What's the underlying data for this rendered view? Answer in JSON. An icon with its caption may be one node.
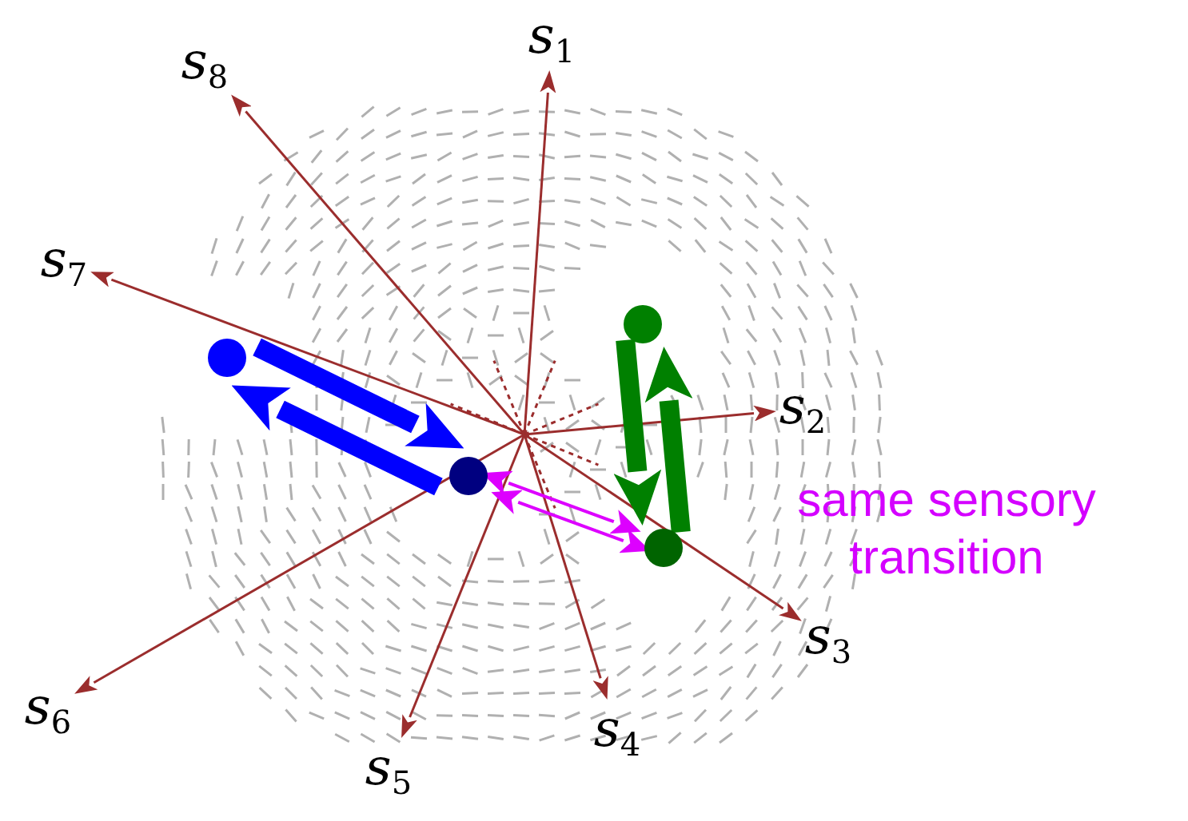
{
  "diagram": {
    "nodes": [
      {
        "text": [
          "s$_{1}$"
        ]
      },
      {
        "text": [
          "s$_{2}$"
        ]
      },
      {
        "text": [
          "s$_{3}$"
        ]
      },
      {
        "text": [
          "s$_{4}$"
        ]
      },
      {
        "text": [
          "s$_{5}$"
        ]
      },
      {
        "text": [
          "s$_{6}$"
        ]
      },
      {
        "text": [
          "s$_{7}$"
        ]
      },
      {
        "text": [
          "s$_{8}$"
        ]
      },
      {
        "text": [],
        "shape": "circle"
      },
      {
        "text": [],
        "shape": "circle"
      },
      {
        "text": [],
        "shape": "circle"
      },
      {
        "text": [],
        "shape": "circle"
      }
    ],
    "edges": [
      {
        "from": null,
        "to": 0,
        "arrow": "to"
      },
      {
        "from": null,
        "to": 1,
        "arrow": "to"
      },
      {
        "from": null,
        "to": 2,
        "arrow": "to"
      },
      {
        "from": null,
        "to": 3,
        "arrow": "to"
      },
      {
        "from": null,
        "to": 4,
        "arrow": "to"
      },
      {
        "from": null,
        "to": 5,
        "arrow": "to"
      },
      {
        "from": null,
        "to": 6,
        "arrow": "to"
      },
      {
        "from": null,
        "to": 7,
        "arrow": "to"
      },
      {
        "from": 9,
        "to": 8,
        "arrow": "to",
        "style": "thick",
        "color": "#0000ff"
      },
      {
        "from": 8,
        "to": 9,
        "arrow": "to",
        "style": "thick",
        "color": "#0000ff"
      },
      {
        "from": 10,
        "to": 11,
        "arrow": "to",
        "style": "thick",
        "color": "#008000"
      },
      {
        "from": 11,
        "to": 10,
        "arrow": "to",
        "style": "thick",
        "color": "#008000"
      },
      {
        "from": 9,
        "to": 11,
        "arrow": "both",
        "color": "#dd00ff"
      },
      {
        "from": 9,
        "to": 11,
        "arrow": "both",
        "color": "#dd00ff"
      }
    ],
    "labels": [
      "same sensory transition"
    ]
  }
}
